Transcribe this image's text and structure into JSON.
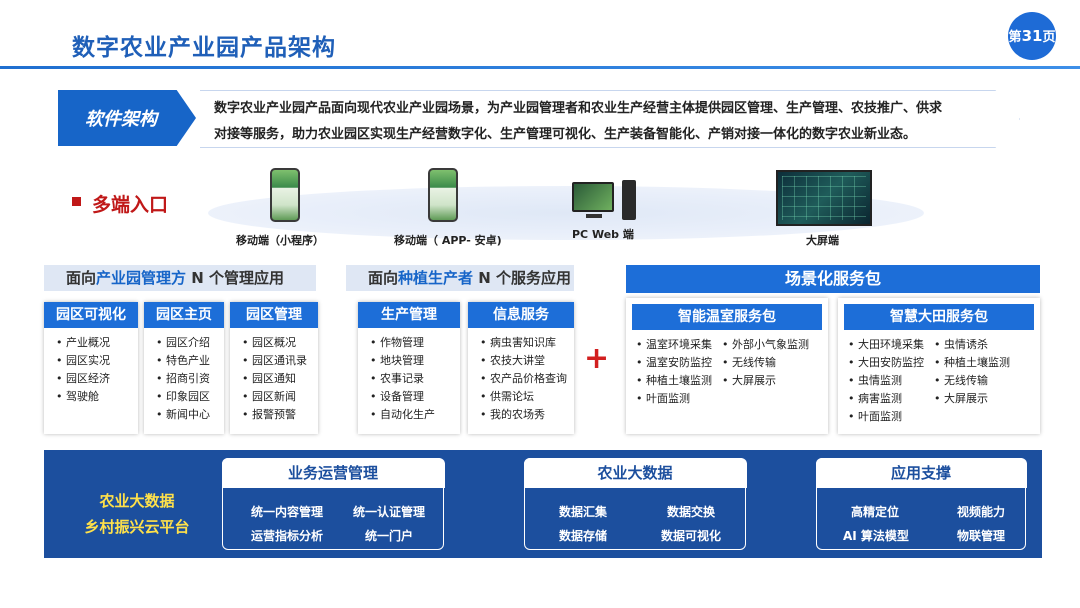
{
  "header": {
    "title": "数字农业产业园产品架构",
    "page_prefix": "第",
    "page_num": "31",
    "page_suffix": "页"
  },
  "software": {
    "tag": "软件架构",
    "line1": "数字农业产业园产品面向现代农业产业园场景，为产业园管理者和农业生产经营主体提供园区管理、生产管理、农技推广、供求",
    "line2": "对接等服务，助力农业园区实现生产经营数字化、生产管理可视化、生产装备智能化、产销对接一体化的数字农业新业态。"
  },
  "entrance": {
    "label": "多端入口",
    "endpoints": [
      {
        "label": "移动端（小程序）",
        "icon": "phone-icon"
      },
      {
        "label": "移动端（ APP- 安卓)",
        "icon": "phone-icon"
      },
      {
        "label": "PC Web 端",
        "icon": "desktop-icon"
      },
      {
        "label": "大屏端",
        "icon": "big-screen-icon"
      }
    ]
  },
  "managers": {
    "head_pre": "面向",
    "head_hl": "产业园管理方",
    "head_post": " N 个管理应用",
    "modules": [
      {
        "title": "园区可视化",
        "items": [
          "产业概况",
          "园区实况",
          "园区经济",
          "驾驶舱"
        ]
      },
      {
        "title": "园区主页",
        "items": [
          "园区介绍",
          "特色产业",
          "招商引资",
          "印象园区",
          "新闻中心"
        ]
      },
      {
        "title": "园区管理",
        "items": [
          "园区概况",
          "园区通讯录",
          "园区通知",
          "园区新闻",
          "报警预警"
        ]
      }
    ]
  },
  "producers": {
    "head_pre": "面向",
    "head_hl": "种植生产者",
    "head_post": " N 个服务应用",
    "modules": [
      {
        "title": "生产管理",
        "items": [
          "作物管理",
          "地块管理",
          "农事记录",
          "设备管理",
          "自动化生产"
        ]
      },
      {
        "title": "信息服务",
        "items": [
          "病虫害知识库",
          "农技大讲堂",
          "农产品价格查询",
          "供需论坛",
          "我的农场秀"
        ]
      }
    ]
  },
  "plus_sign": "+",
  "scenario": {
    "head": "场景化服务包",
    "packs": [
      {
        "title": "智能温室服务包",
        "col1": [
          "温室环境采集",
          "温室安防监控",
          "种植土壤监测",
          "叶面监测"
        ],
        "col2": [
          "外部小气象监测",
          "无线传输",
          "大屏展示"
        ]
      },
      {
        "title": "智慧大田服务包",
        "col1": [
          "大田环境采集",
          "大田安防监控",
          "虫情监测",
          "病害监测",
          "叶面监测"
        ],
        "col2": [
          "虫情诱杀",
          "种植土壤监测",
          "无线传输",
          "大屏展示"
        ]
      }
    ]
  },
  "platform": {
    "line1": "农业大数据",
    "line2": "乡村振兴云平台",
    "boxes": [
      {
        "title": "业务运营管理",
        "items": [
          "统一内容管理",
          "统一认证管理",
          "运营指标分析",
          "统一门户"
        ]
      },
      {
        "title": "农业大数据",
        "items": [
          "数据汇集",
          "数据交换",
          "数据存储",
          "数据可视化"
        ]
      },
      {
        "title": "应用支撑",
        "items": [
          "高精定位",
          "视频能力",
          "AI 算法模型",
          "物联管理"
        ]
      }
    ]
  },
  "colors": {
    "primary": "#1d6ed8",
    "title": "#1f5fb8",
    "accent_red": "#c01818",
    "band": "#1c4f9e",
    "band_text": "#ffe14a"
  }
}
